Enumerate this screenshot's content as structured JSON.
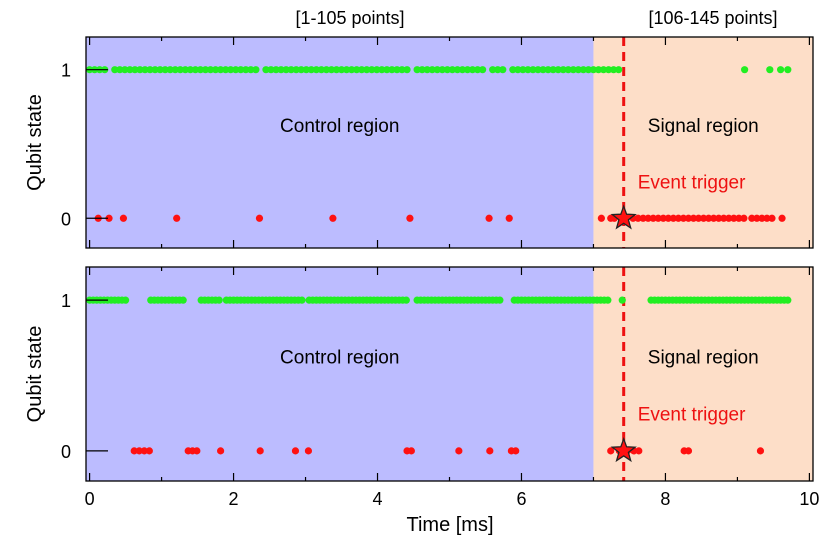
{
  "colors": {
    "control_bg": "#BCBCFF",
    "signal_bg": "#FDDEC8",
    "state_one": "#22EE22",
    "state_zero": "#FF1111",
    "trigger_line": "#EE1111",
    "control_range_text": "#8A8AF5",
    "signal_range_text": "#F4B888",
    "ytick_one_text": "#22CC22",
    "ytick_zero_text": "#EE1111"
  },
  "header": {
    "control_range": "[1-105 points]",
    "signal_range": "[106-145 points]"
  },
  "chart_data": [
    {
      "type": "scatter",
      "panel": "top",
      "ylabel": "Qubit state",
      "xlim": [
        -0.05,
        10.05
      ],
      "ylim": [
        -0.2,
        1.22
      ],
      "yticks": [
        "0",
        "1"
      ],
      "control_region": {
        "x_range": [
          -0.05,
          7.0
        ],
        "label": "Control region"
      },
      "signal_region": {
        "x_range": [
          7.0,
          10.05
        ],
        "label": "Signal region"
      },
      "event_trigger": {
        "x": 7.42,
        "y": 0,
        "label": "Event trigger"
      },
      "state_one_x": [
        0.0,
        0.07,
        0.14,
        0.21,
        0.35,
        0.42,
        0.49,
        0.56,
        0.63,
        0.7,
        0.77,
        0.84,
        0.91,
        0.98,
        1.05,
        1.12,
        1.19,
        1.26,
        1.33,
        1.4,
        1.47,
        1.54,
        1.61,
        1.68,
        1.75,
        1.82,
        1.89,
        1.96,
        2.03,
        2.1,
        2.17,
        2.24,
        2.31,
        2.45,
        2.52,
        2.59,
        2.66,
        2.73,
        2.8,
        2.87,
        2.94,
        3.01,
        3.08,
        3.15,
        3.22,
        3.29,
        3.36,
        3.43,
        3.5,
        3.57,
        3.64,
        3.71,
        3.78,
        3.85,
        3.92,
        3.99,
        4.06,
        4.13,
        4.2,
        4.27,
        4.34,
        4.41,
        4.55,
        4.62,
        4.69,
        4.76,
        4.83,
        4.9,
        4.97,
        5.04,
        5.11,
        5.18,
        5.25,
        5.32,
        5.39,
        5.46,
        5.6,
        5.67,
        5.74,
        5.88,
        5.95,
        6.02,
        6.09,
        6.16,
        6.23,
        6.3,
        6.37,
        6.44,
        6.51,
        6.58,
        6.65,
        6.72,
        6.79,
        6.86,
        6.93,
        7.0,
        7.07,
        7.14,
        7.21,
        7.28,
        7.35,
        9.1,
        9.45,
        9.6,
        9.7
      ],
      "state_zero_x": [
        0.12,
        0.27,
        0.47,
        1.21,
        2.36,
        3.38,
        4.45,
        5.55,
        5.83,
        7.11,
        7.24,
        7.29,
        7.55,
        7.62,
        7.69,
        7.76,
        7.83,
        7.9,
        7.97,
        8.04,
        8.11,
        8.18,
        8.25,
        8.32,
        8.39,
        8.46,
        8.53,
        8.6,
        8.67,
        8.74,
        8.81,
        8.88,
        8.95,
        9.02,
        9.09,
        9.2,
        9.27,
        9.34,
        9.41,
        9.48,
        9.62
      ]
    },
    {
      "type": "scatter",
      "panel": "bottom",
      "xlabel": "Time [ms]",
      "ylabel": "Qubit state",
      "xlim": [
        -0.05,
        10.05
      ],
      "ylim": [
        -0.2,
        1.22
      ],
      "xticks": [
        "0",
        "2",
        "4",
        "6",
        "8",
        "10"
      ],
      "yticks": [
        "0",
        "1"
      ],
      "control_region": {
        "x_range": [
          -0.05,
          7.0
        ],
        "label": "Control region"
      },
      "signal_region": {
        "x_range": [
          7.0,
          10.05
        ],
        "label": "Signal region"
      },
      "event_trigger": {
        "x": 7.42,
        "y": 0,
        "label": "Event trigger"
      },
      "state_one_x": [
        0.0,
        0.05,
        0.1,
        0.15,
        0.2,
        0.25,
        0.3,
        0.35,
        0.4,
        0.45,
        0.5,
        0.85,
        0.9,
        0.95,
        1.0,
        1.05,
        1.1,
        1.15,
        1.2,
        1.25,
        1.3,
        1.55,
        1.6,
        1.65,
        1.7,
        1.75,
        1.8,
        1.9,
        1.95,
        2.0,
        2.05,
        2.1,
        2.15,
        2.2,
        2.25,
        2.3,
        2.35,
        2.4,
        2.45,
        2.5,
        2.55,
        2.6,
        2.65,
        2.7,
        2.75,
        2.8,
        2.85,
        2.9,
        2.95,
        3.05,
        3.1,
        3.15,
        3.2,
        3.25,
        3.3,
        3.35,
        3.4,
        3.45,
        3.5,
        3.55,
        3.6,
        3.65,
        3.7,
        3.75,
        3.8,
        3.85,
        3.9,
        3.95,
        4.0,
        4.05,
        4.1,
        4.15,
        4.2,
        4.25,
        4.3,
        4.35,
        4.4,
        4.55,
        4.6,
        4.65,
        4.7,
        4.75,
        4.8,
        4.85,
        4.9,
        4.95,
        5.0,
        5.05,
        5.1,
        5.15,
        5.2,
        5.25,
        5.3,
        5.35,
        5.4,
        5.45,
        5.5,
        5.55,
        5.6,
        5.65,
        5.7,
        5.9,
        5.95,
        6.0,
        6.05,
        6.1,
        6.15,
        6.2,
        6.25,
        6.3,
        6.35,
        6.4,
        6.45,
        6.5,
        6.55,
        6.6,
        6.65,
        6.7,
        6.75,
        6.8,
        6.85,
        6.9,
        6.95,
        7.0,
        7.05,
        7.1,
        7.15,
        7.2,
        7.4,
        7.8,
        7.85,
        7.9,
        7.95,
        8.0,
        8.05,
        8.1,
        8.15,
        8.2,
        8.25,
        8.3,
        8.35,
        8.4,
        8.45,
        8.5,
        8.55,
        8.6,
        8.65,
        8.7,
        8.75,
        8.8,
        8.85,
        8.9,
        8.95,
        9.0,
        9.05,
        9.1,
        9.15,
        9.2,
        9.25,
        9.3,
        9.35,
        9.4,
        9.45,
        9.5,
        9.55,
        9.6,
        9.65,
        9.7
      ],
      "state_zero_x": [
        0.62,
        0.69,
        0.76,
        0.83,
        1.37,
        1.43,
        1.49,
        1.82,
        2.37,
        2.86,
        3.04,
        4.41,
        4.47,
        5.13,
        5.56,
        5.86,
        5.92,
        7.24,
        7.36,
        7.47,
        7.56,
        7.63,
        8.26,
        8.32,
        9.32
      ]
    }
  ]
}
